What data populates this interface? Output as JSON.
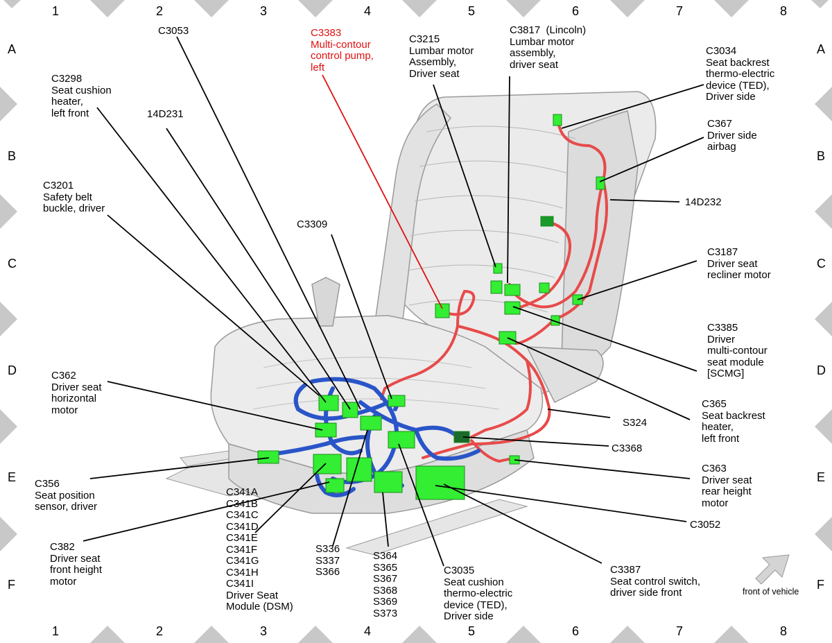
{
  "grid": {
    "columns": [
      "1",
      "2",
      "3",
      "4",
      "5",
      "6",
      "7",
      "8"
    ],
    "rows": [
      "A",
      "B",
      "C",
      "D",
      "E",
      "F"
    ]
  },
  "labels": {
    "c3053": "C3053",
    "c3383": "C3383\nMulti-contour\ncontrol pump,\nleft",
    "c3215": "C3215\nLumbar motor\nAssembly,\nDriver seat",
    "c3817": "C3817  (Lincoln)\nLumbar motor\nassembly,\ndriver seat",
    "c3034": "C3034\nSeat backrest\nthermo-electric\ndevice (TED),\nDriver side",
    "c3298": "C3298\nSeat cushion\nheater,\nleft front",
    "d14d231": "14D231",
    "c367": "C367\nDriver side\nairbag",
    "d14d232": "14D232",
    "c3201": "C3201\nSafety belt\nbuckle, driver",
    "c3309": "C3309",
    "c3187": "C3187\nDriver seat\nrecliner motor",
    "c3385": "C3385\nDriver\nmulti-contour\nseat module\n[SCMG]",
    "c362": "C362\nDriver seat\nhorizontal\nmotor",
    "c365": "C365\nSeat backrest\nheater,\nleft front",
    "s324": "S324",
    "c3368": "C3368",
    "c363": "C363\nDriver seat\nrear height\nmotor",
    "c356": "C356\nSeat position\nsensor, driver",
    "c341": "C341A\nC341B\nC341C\nC341D\nC341E\nC341F\nC341G\nC341H\nC341I\nDriver Seat\nModule (DSM)",
    "c3052": "C3052",
    "c382": "C382\nDriver seat\nfront height\nmotor",
    "s336": "S336\nS337\nS366",
    "s364": "S364\nS365\nS367\nS368\nS369\nS373",
    "c3035": "C3035\nSeat cushion\nthermo-electric\ndevice (TED),\nDriver side",
    "c3387": "C3387\nSeat control switch,\ndriver side front"
  },
  "front_of_vehicle": "front of vehicle",
  "colors": {
    "connector": "#33ee33",
    "harness_back": "#e84a4a",
    "harness_cushion": "#2a55c8",
    "highlight_label": "#e01010",
    "border_marker": "#c8c8c8"
  }
}
